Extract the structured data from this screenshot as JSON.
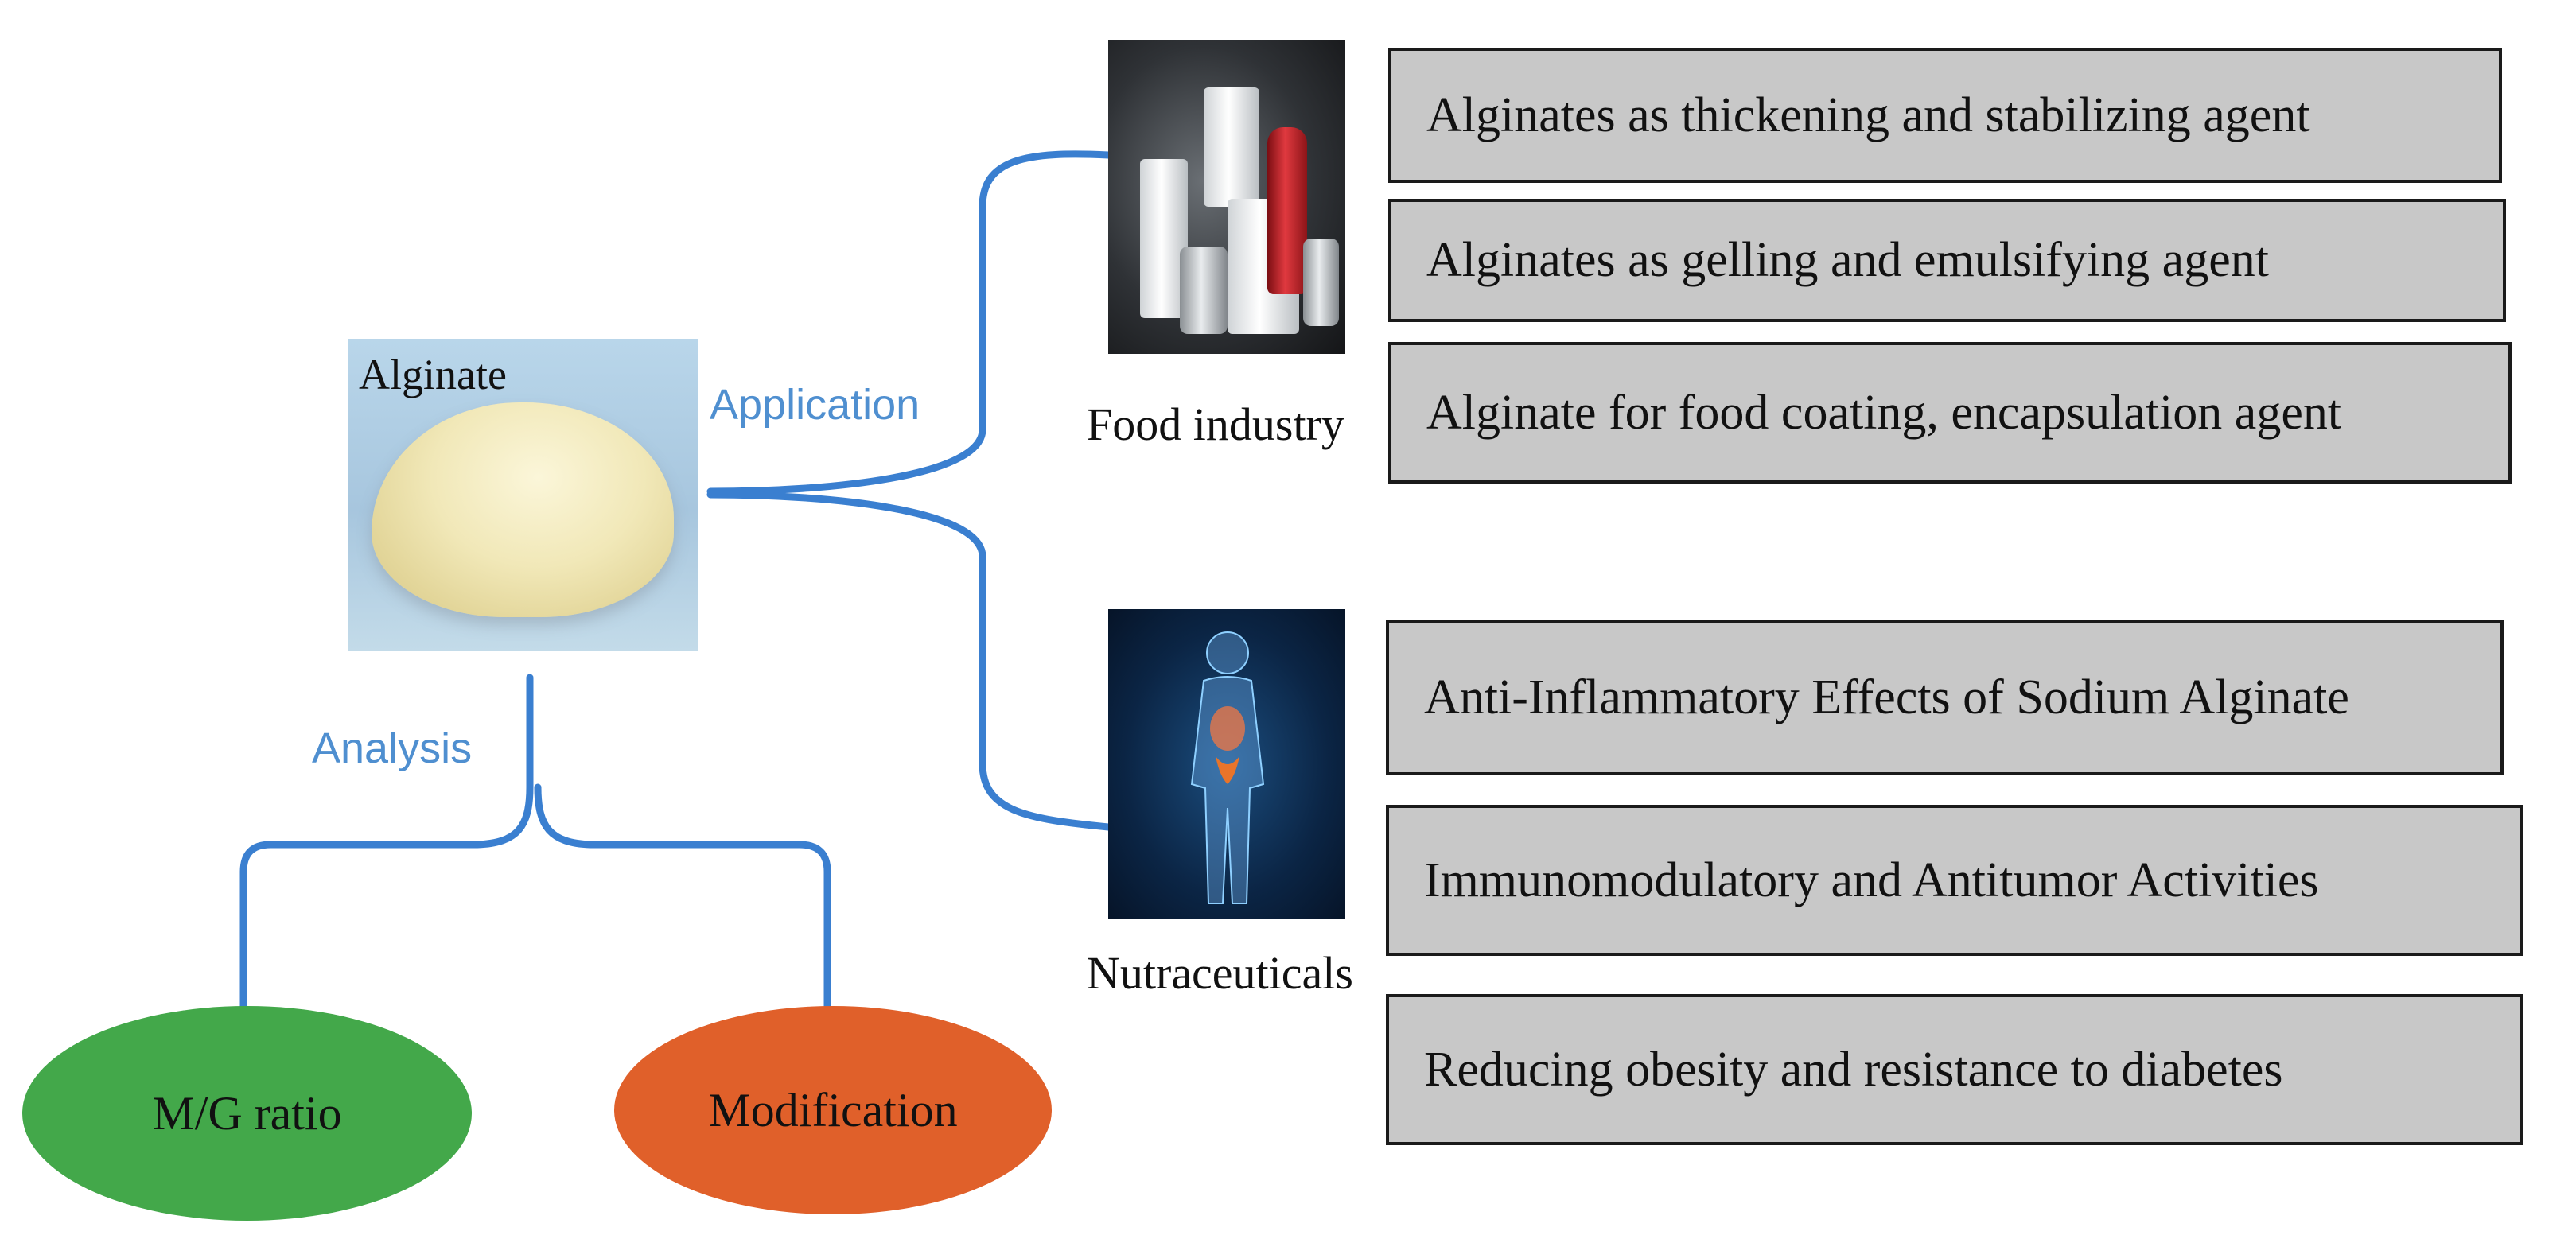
{
  "center": {
    "label": "Alginate"
  },
  "branches": {
    "application": "Application",
    "analysis": "Analysis"
  },
  "food": {
    "caption": "Food industry",
    "items": [
      "Alginates as thickening and stabilizing agent",
      "Alginates as gelling and emulsifying agent",
      "Alginate for food coating, encapsulation agent"
    ]
  },
  "nutra": {
    "caption": "Nutraceuticals",
    "items": [
      "Anti-Inflammatory Effects of Sodium Alginate",
      "Immunomodulatory and Antitumor Activities",
      "Reducing obesity and resistance to diabetes"
    ]
  },
  "analysis_items": {
    "mg_ratio": "M/G ratio",
    "modification": "Modification"
  },
  "colors": {
    "connector": "#3a7fd0",
    "box_fill": "#c8c8c8",
    "mg_fill": "#43a84a",
    "modification_fill": "#e0602a"
  }
}
